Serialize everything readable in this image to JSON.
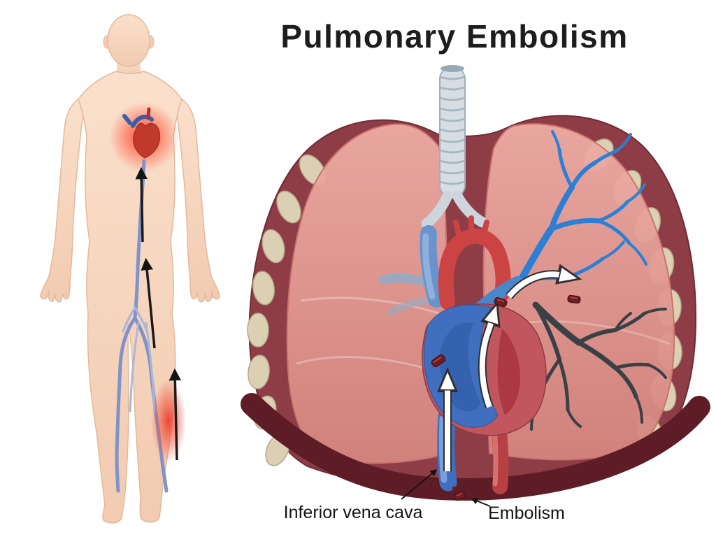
{
  "diagram": {
    "title": "Pulmonary Embolism",
    "annotations": [
      {
        "id": "inferior-vena-cava",
        "label": "Inferior vena cava"
      },
      {
        "id": "embolism",
        "label": "Embolism"
      }
    ]
  },
  "colors": {
    "background": "#ffffff",
    "title_black": "#1d1d1d",
    "skin": "#f7d6c0",
    "skin_outline": "#e3b89c",
    "vein_blue": "#8093c8",
    "heart_red": "#c0392b",
    "glow_red": "#ff4a33",
    "inflammation_red": "#e93a28",
    "arrow_black": "#1a1a1a",
    "cage_maroon": "#8e3d46",
    "diaphragm_maroon": "#5e1c26",
    "rib_beige": "#dcd0b4",
    "lung_pink": "#e2938c",
    "trachea_gray": "#d7dee3",
    "artery_red": "#cc4343",
    "heart_blue": "#3f6fbe",
    "svc_blue": "#6a92cc",
    "pulmonary_tree_blue": "#2b7fd4",
    "blocked_tree_dark": "#3a4046",
    "embolus_maroon": "#6e1b22",
    "flow_arrow_white": "#ffffff"
  }
}
